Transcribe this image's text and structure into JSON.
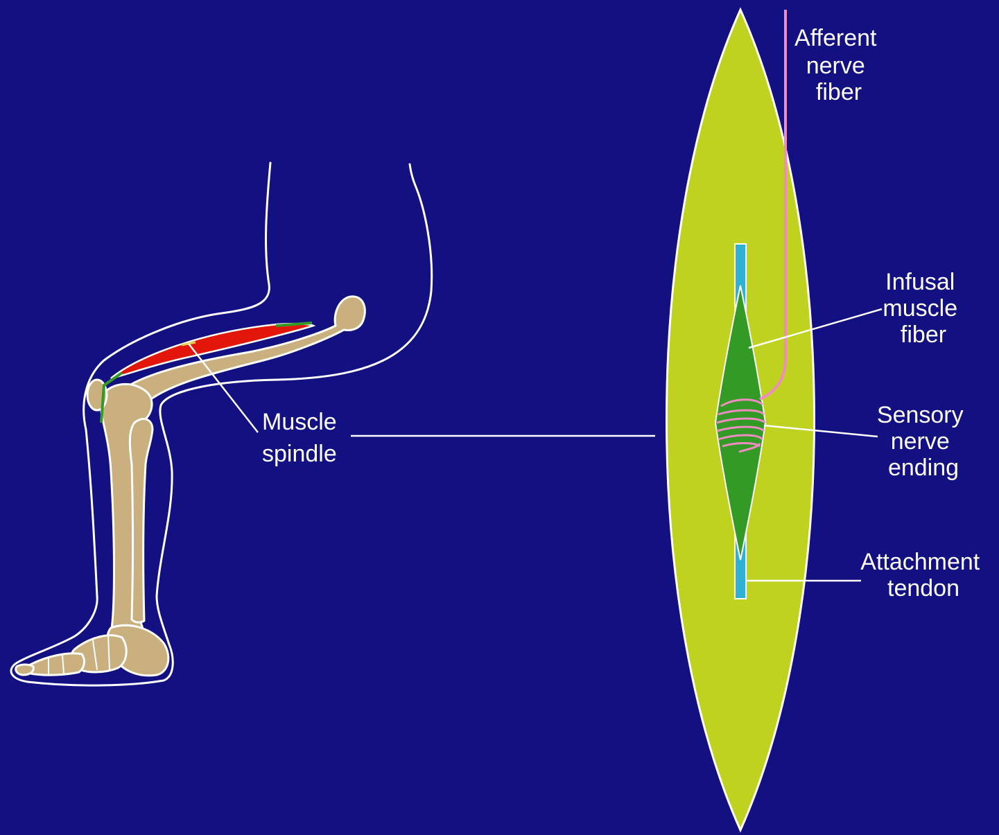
{
  "labels": {
    "muscle_spindle": [
      "Muscle",
      "spindle"
    ],
    "afferent_nerve_fiber": [
      "Afferent",
      "nerve",
      "fiber"
    ],
    "infusal_muscle_fiber": [
      "Infusal",
      "muscle",
      "fiber"
    ],
    "sensory_nerve_ending": [
      "Sensory",
      "nerve",
      "ending"
    ],
    "attachment_tendon": [
      "Attachment",
      "tendon"
    ]
  },
  "colors": {
    "background": "#131081",
    "bone": "#c9b07e",
    "extrafusal_muscle": "#e3160b",
    "muscle_belly": "#bed21f",
    "intrafusal_fiber": "#349a26",
    "tendon": "#2fb1d6",
    "nerve": "#f08cc2",
    "outline": "#ffffff"
  }
}
